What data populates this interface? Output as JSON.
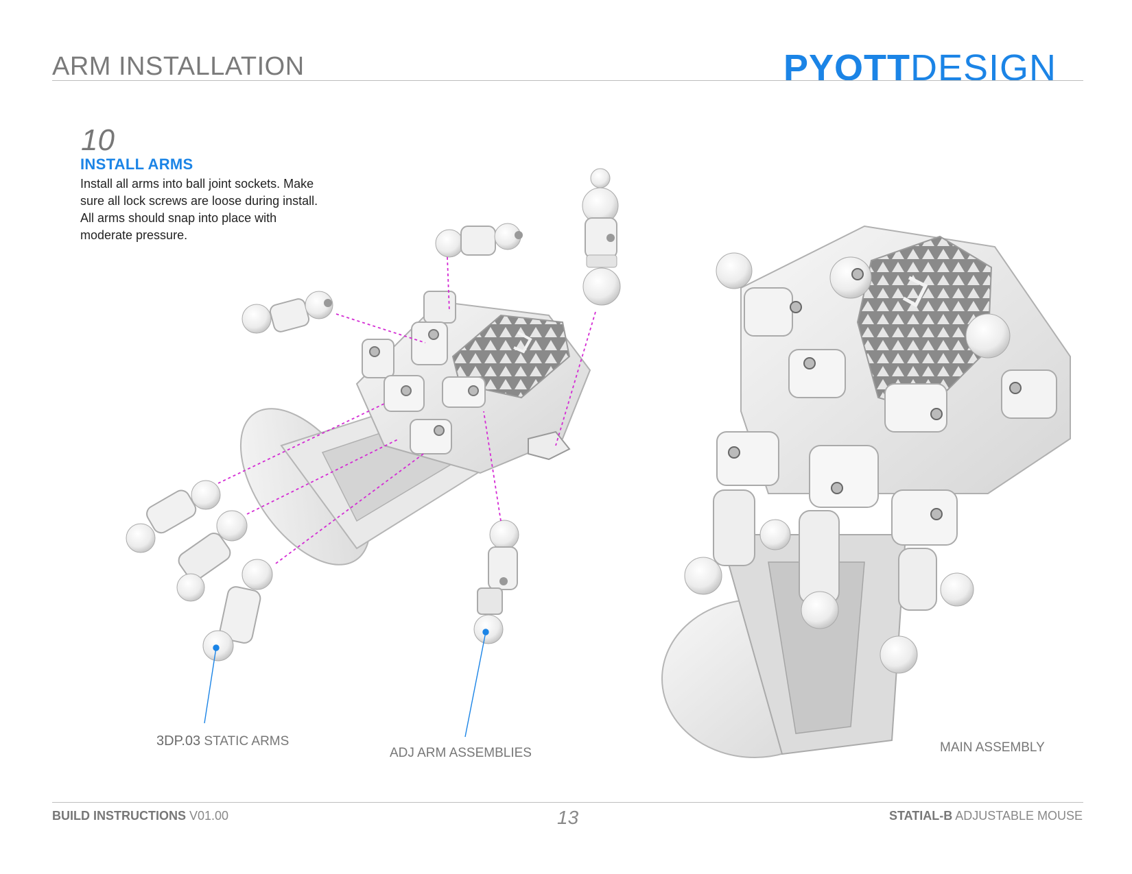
{
  "header": {
    "title": "ARM INSTALLATION",
    "brand_bold": "PYOTT",
    "brand_light": "DESIGN"
  },
  "step": {
    "number": "10",
    "title": "INSTALL ARMS",
    "text": "Install all arms into ball joint sockets. Make sure all lock screws are loose during install. All arms should snap into place with moderate pressure."
  },
  "callouts": {
    "static_arms_code": "3DP.03",
    "static_arms_label": "STATIC ARMS",
    "adj_arms": "ADJ ARM ASSEMBLIES",
    "main_assembly": "MAIN ASSEMBLY"
  },
  "footer": {
    "left_bold": "BUILD INSTRUCTIONS",
    "left_version": "V01.00",
    "page_number": "13",
    "right_bold": "STATIAL-B",
    "right_text": "ADJUSTABLE MOUSE"
  },
  "colors": {
    "accent": "#1b84e6",
    "guide_line": "#d42bd4",
    "leader_line": "#1b84e6"
  }
}
